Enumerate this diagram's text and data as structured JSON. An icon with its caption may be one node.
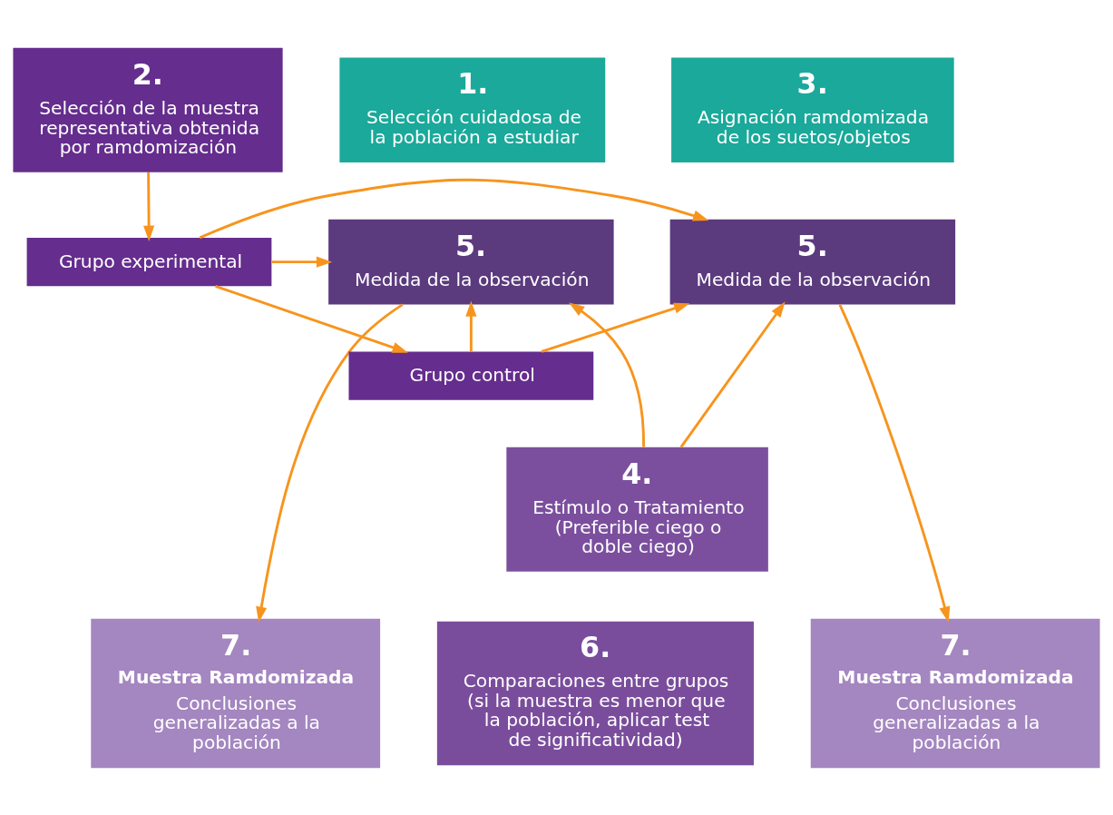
{
  "diagram": {
    "nodes": [
      {
        "text": [
          "1.",
          "Selección cuidadosa de la población a estudiar"
        ]
      },
      {
        "text": [
          "2.",
          "Selección de la muestra representativa obtenida por ramdomización"
        ]
      },
      {
        "text": [
          "3.",
          "Asignación ramdomizada de los suetos/objetos"
        ]
      },
      {
        "text": [
          "5.",
          "Medida de la observación"
        ]
      },
      {
        "text": [
          "Grupo experimental"
        ]
      },
      {
        "text": [
          "5.",
          "Medida de la observación"
        ]
      },
      {
        "text": [
          "Grupo control"
        ]
      },
      {
        "text": [
          "4.",
          "Estímulo o Tratamiento (Preferible ciego o doble ciego)"
        ]
      },
      {
        "text": [
          "7.",
          "Muestra Ramdomizada",
          "Conclusiones generalizadas a la población"
        ]
      },
      {
        "text": [
          "6.",
          "Comparaciones entre grupos (si la muestra es menor que la población, aplicar test de significatividad)"
        ]
      },
      {
        "text": [
          "7.",
          "Muestra Ramdomizada",
          "Conclusiones generalizadas a la población"
        ]
      }
    ],
    "edges": [
      {
        "from": 1,
        "to": 4,
        "arrow": "to"
      },
      {
        "from": 4,
        "to": 6,
        "arrow": "to"
      },
      {
        "from": 4,
        "to": 3,
        "arrow": "to"
      },
      {
        "from": 6,
        "to": 3,
        "arrow": "to"
      },
      {
        "from": 4,
        "to": 5,
        "arrow": "to"
      },
      {
        "from": 6,
        "to": 5,
        "arrow": "to"
      },
      {
        "from": 7,
        "to": 3,
        "arrow": "to"
      },
      {
        "from": 7,
        "to": 5,
        "arrow": "to"
      },
      {
        "from": 3,
        "to": 8,
        "arrow": "to"
      },
      {
        "from": 5,
        "to": 10,
        "arrow": "to"
      }
    ]
  }
}
